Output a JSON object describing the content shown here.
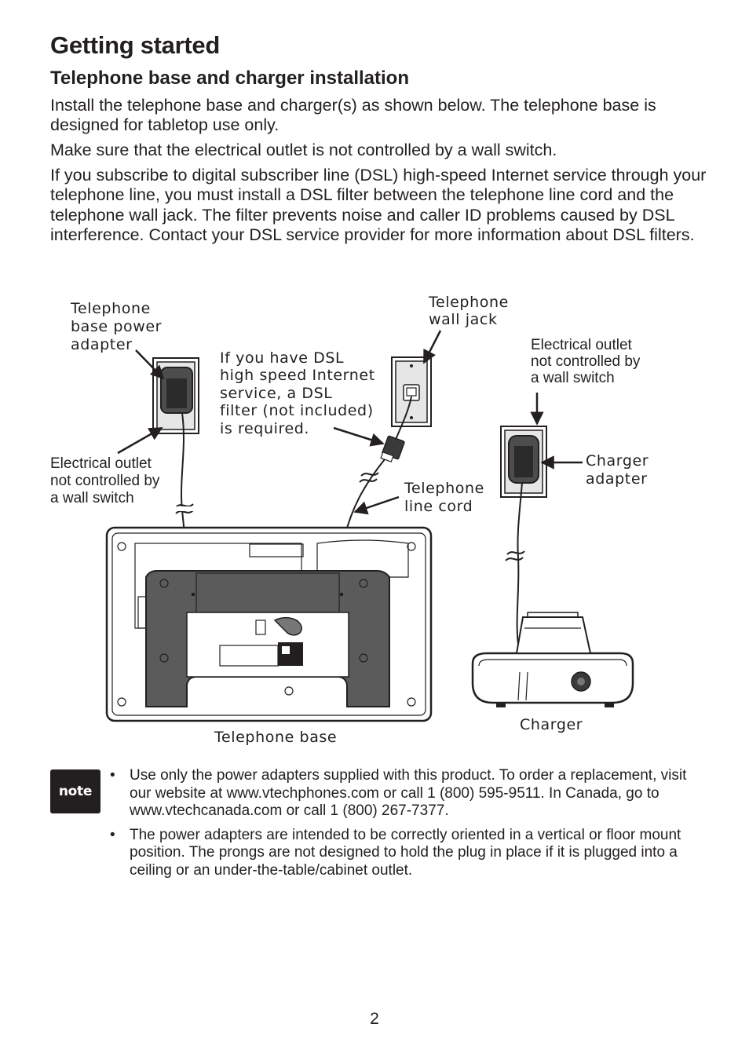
{
  "heading": "Getting started",
  "subheading": "Telephone base and charger installation",
  "paragraphs": {
    "p1": "Install the telephone base and charger(s) as shown below. The telephone base is designed for tabletop use only.",
    "p2": "Make sure that the electrical outlet is not controlled by a wall switch.",
    "p3": "If you subscribe to digital subscriber line (DSL) high-speed Internet service through your telephone line, you must install a DSL filter between the telephone line cord and the telephone wall jack. The filter prevents noise and caller ID problems caused by DSL interference. Contact your DSL service provider for more information about DSL filters."
  },
  "diagram": {
    "base_power_adapter": [
      "Telephone",
      "base power",
      "adapter"
    ],
    "left_outlet": [
      "Electrical outlet",
      "not controlled by",
      "a wall switch"
    ],
    "dsl_note": [
      "If you have DSL",
      "high speed Internet",
      "service, a DSL",
      "filter (not included)",
      "is required."
    ],
    "wall_jack": [
      "Telephone",
      "wall jack"
    ],
    "right_outlet": [
      "Electrical outlet",
      "not controlled by",
      "a wall switch"
    ],
    "charger_adapter": [
      "Charger",
      "adapter"
    ],
    "line_cord": [
      "Telephone",
      "line cord"
    ],
    "telephone_base": "Telephone base",
    "charger": "Charger"
  },
  "note_label": "note",
  "bullet_char": "•",
  "notes": [
    "Use only the power adapters supplied with this product. To order a replacement, visit our website at www.vtechphones.com or call 1 (800) 595-9511. In Canada, go to www.vtechcanada.com or call 1 (800) 267-7377.",
    "The power adapters are intended to be correctly oriented in a vertical or floor mount position. The prongs are not designed to hold the plug in place if it is plugged into a ceiling or an under-the-table/cabinet outlet."
  ],
  "page_number": "2"
}
